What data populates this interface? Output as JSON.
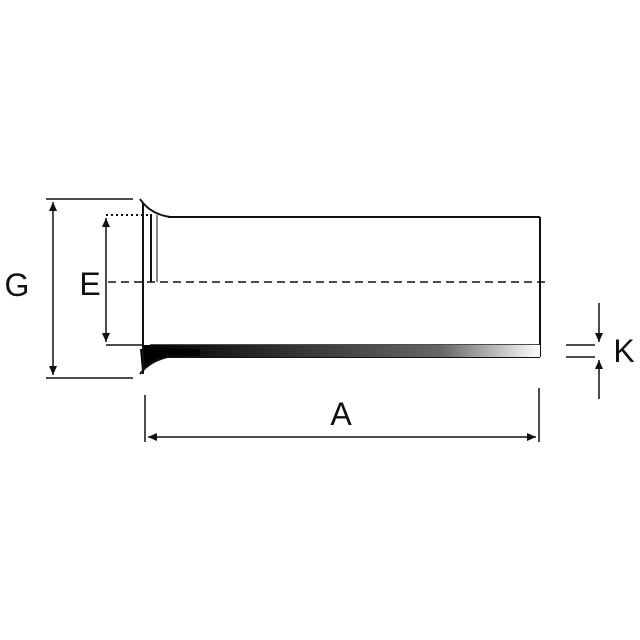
{
  "diagram": {
    "labels": {
      "G": "G",
      "E": "E",
      "A": "A",
      "K": "K"
    },
    "colors": {
      "background": "#ffffff",
      "stroke": "#111111",
      "tube_fill": "#ffffff",
      "gradient_dark": "#000000",
      "gradient_light": "#ffffff"
    }
  }
}
